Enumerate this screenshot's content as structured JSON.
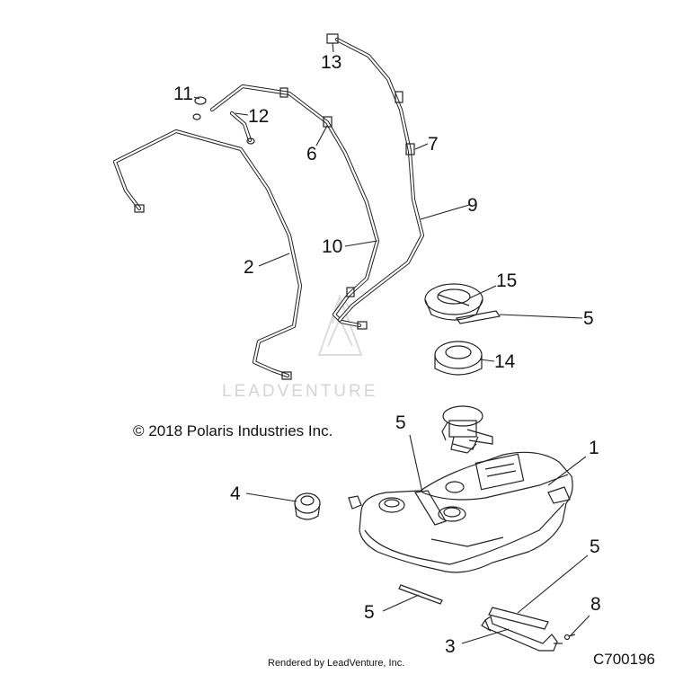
{
  "copyright": "© 2018 Polaris Industries Inc.",
  "watermark": "LEADVENTURE",
  "rendered_by": "Rendered by LeadVenture, Inc.",
  "diagram_code": "C700196",
  "callouts": {
    "c1": "1",
    "c2": "2",
    "c3": "3",
    "c4": "4",
    "c5a": "5",
    "c5b": "5",
    "c5c": "5",
    "c5d": "5",
    "c6": "6",
    "c7": "7",
    "c8": "8",
    "c9": "9",
    "c10": "10",
    "c11": "11",
    "c12": "12",
    "c13": "13",
    "c14": "14",
    "c15": "15"
  },
  "colors": {
    "line": "#222222",
    "watermark": "#d4d4d4",
    "background": "#ffffff"
  }
}
